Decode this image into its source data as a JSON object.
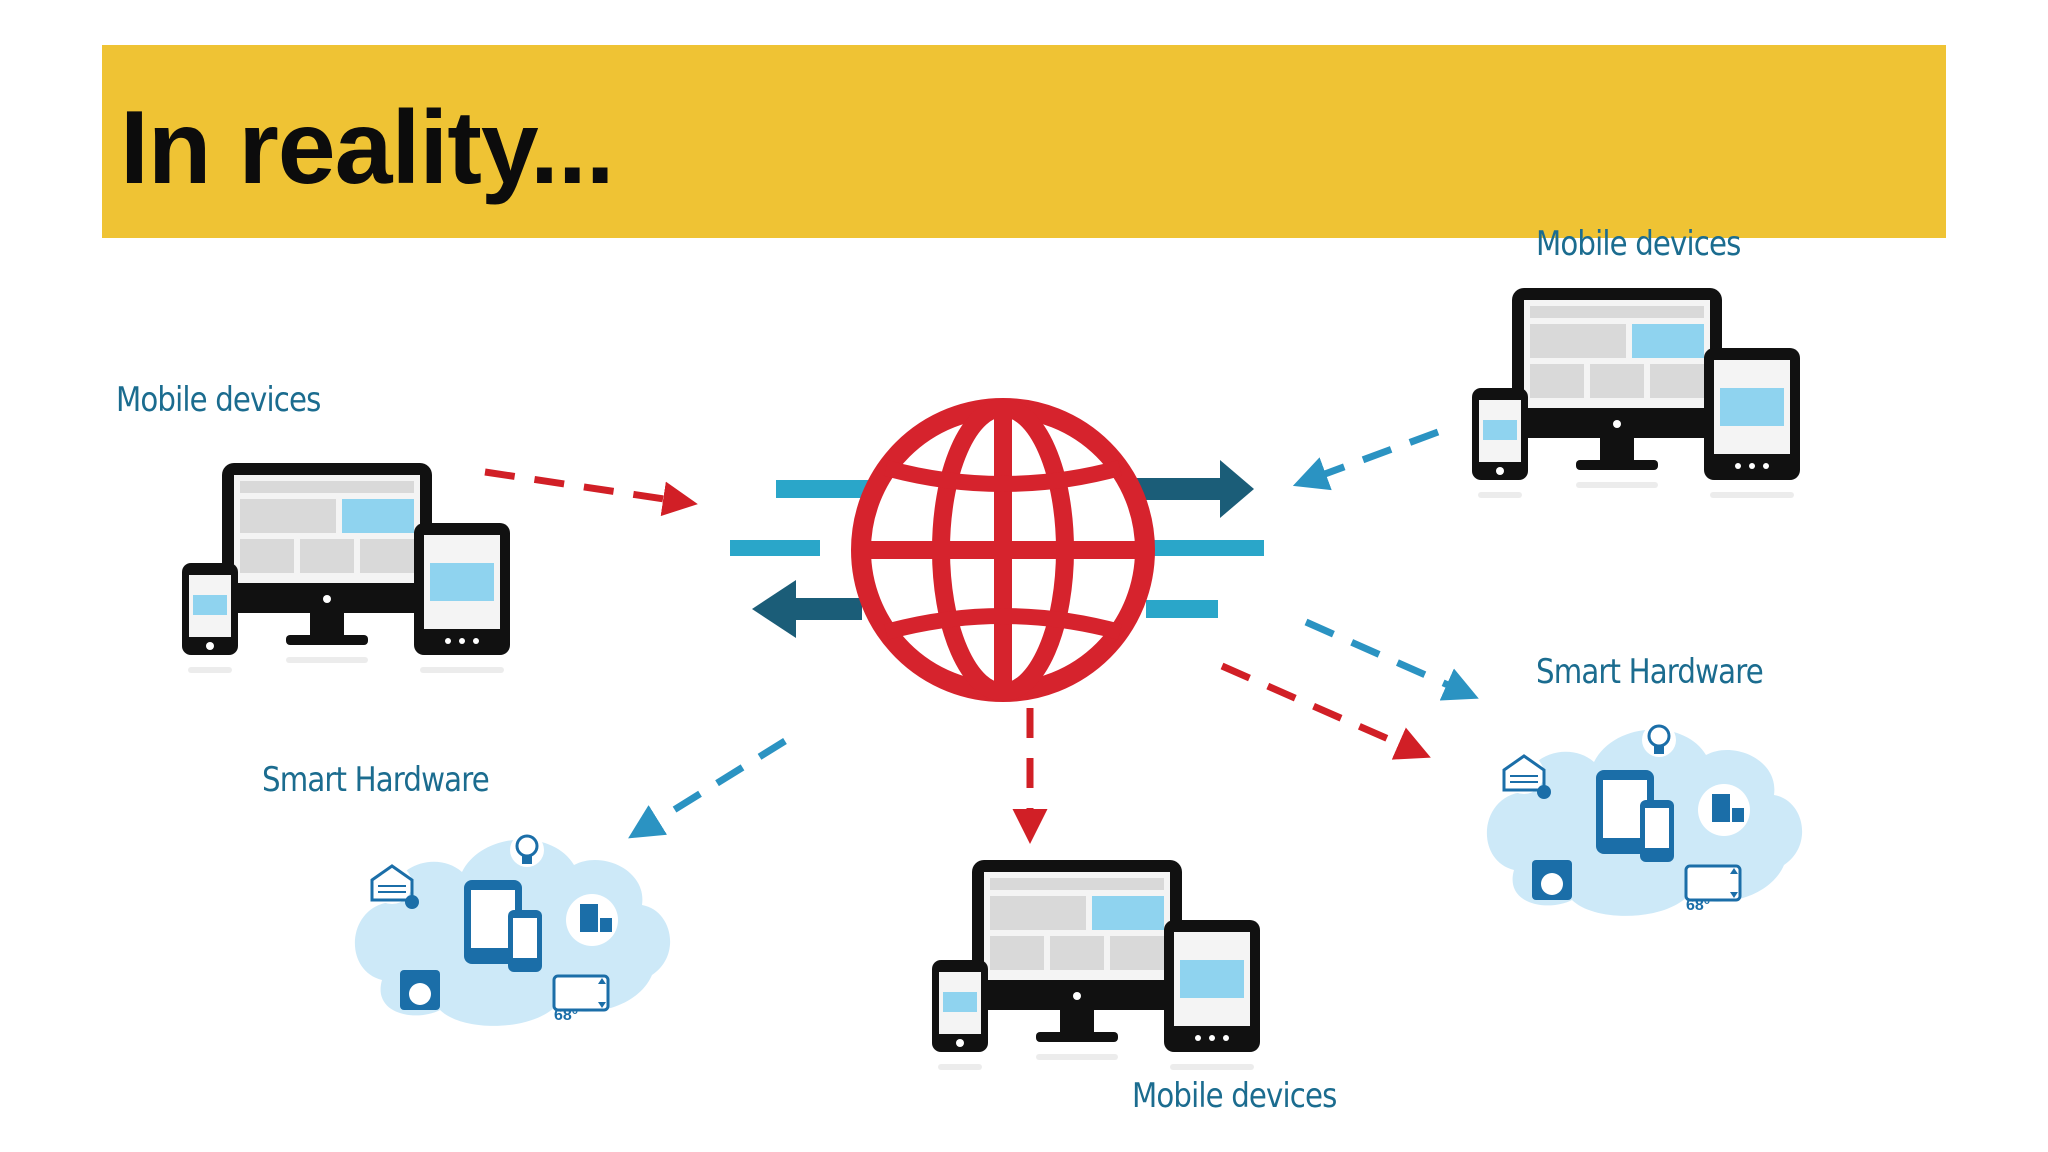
{
  "slide": {
    "title": "In reality...",
    "labels": {
      "top_right_mobile": "Mobile devices",
      "left_mobile": "Mobile devices",
      "left_hardware": "Smart Hardware",
      "right_hardware": "Smart Hardware",
      "bottom_mobile": "Mobile devices"
    },
    "thermostat_reading": "68°"
  },
  "colors": {
    "title_bar": "#efc334",
    "label_text": "#1b6c8f",
    "globe_red": "#d6232d",
    "arrow_red": "#d11f26",
    "arrow_blue": "#2b93c2",
    "streak_light_blue": "#2aa6c9",
    "streak_dark_blue": "#1b5d78",
    "cloud_blue": "#cde9f8",
    "device_black": "#111111",
    "screen_blue": "#8fd3ef"
  },
  "icons": {
    "globe": "globe-icon",
    "device_set": "responsive-devices-icon",
    "smart_home": "smart-hardware-cloud-icon"
  }
}
